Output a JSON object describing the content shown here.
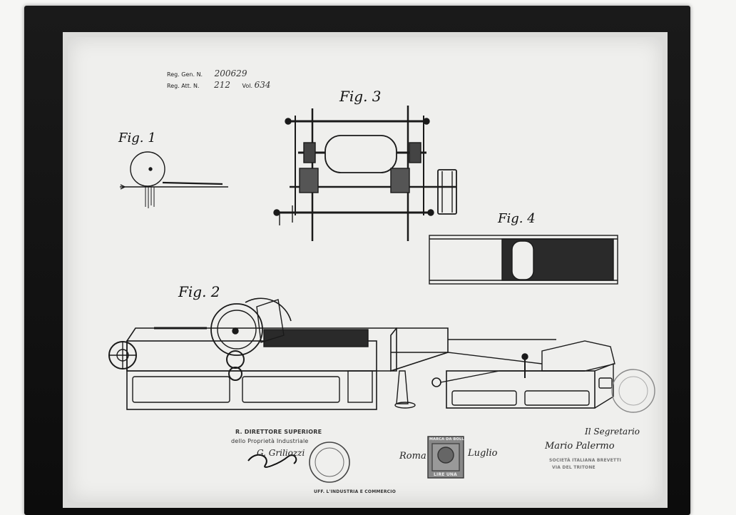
{
  "photo": {
    "subject": "framed patent drawing",
    "colors": {
      "frame": "#111111",
      "mat": "#dcdcda",
      "paper": "#efefed",
      "ink": "#1a1a1a"
    }
  },
  "registration": {
    "line1_label": "Reg. Gen. N.",
    "line1_value": "200629",
    "line2_label": "Reg. Att. N.",
    "line2_value": "212",
    "line2_vol_label": "Vol.",
    "line2_vol_value": "634"
  },
  "figures": {
    "fig1": "Fig. 1",
    "fig2": "Fig. 2",
    "fig3": "Fig. 3",
    "fig4": "Fig. 4"
  },
  "signatures": {
    "left_stamp_line1": "R. DIRETTORE SUPERIORE",
    "left_stamp_line2": "dello Proprietà Industriale",
    "left_signature": "G. Griliozzi",
    "round_seal": "UFF. L'INDUSTRIA E COMMERCIO",
    "place": "Roma",
    "date_script": "Luglio",
    "revenue_stamp_top": "MARCA DA BOLLO",
    "revenue_stamp_bottom": "LIRE UNA",
    "right_sig_line1": "Il Segretario",
    "right_sig_line2": "Mario Palermo",
    "right_stamp_line1": "SOCIETÀ ITALIANA BREVETTI",
    "right_stamp_line2": "VIA DEL TRITONE"
  }
}
